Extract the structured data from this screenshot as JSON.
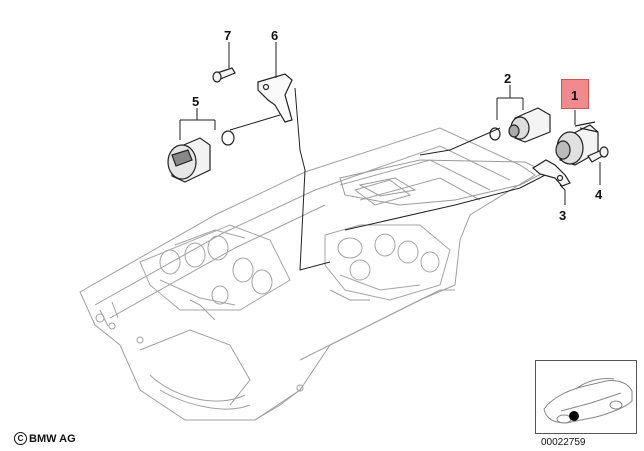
{
  "callouts": [
    {
      "id": "1",
      "label": "1",
      "highlighted": true
    },
    {
      "id": "2",
      "label": "2"
    },
    {
      "id": "3",
      "label": "3"
    },
    {
      "id": "4",
      "label": "4"
    },
    {
      "id": "5",
      "label": "5"
    },
    {
      "id": "6",
      "label": "6"
    },
    {
      "id": "7",
      "label": "7"
    }
  ],
  "footer": {
    "copyright_text": "BMW AG",
    "document_number": "00022759"
  },
  "colors": {
    "highlight": "#f08a8f",
    "line": "#222222",
    "faint_line": "#9a9a9a"
  },
  "icons": [
    "copyright-icon",
    "vehicle-location-thumbnail"
  ]
}
